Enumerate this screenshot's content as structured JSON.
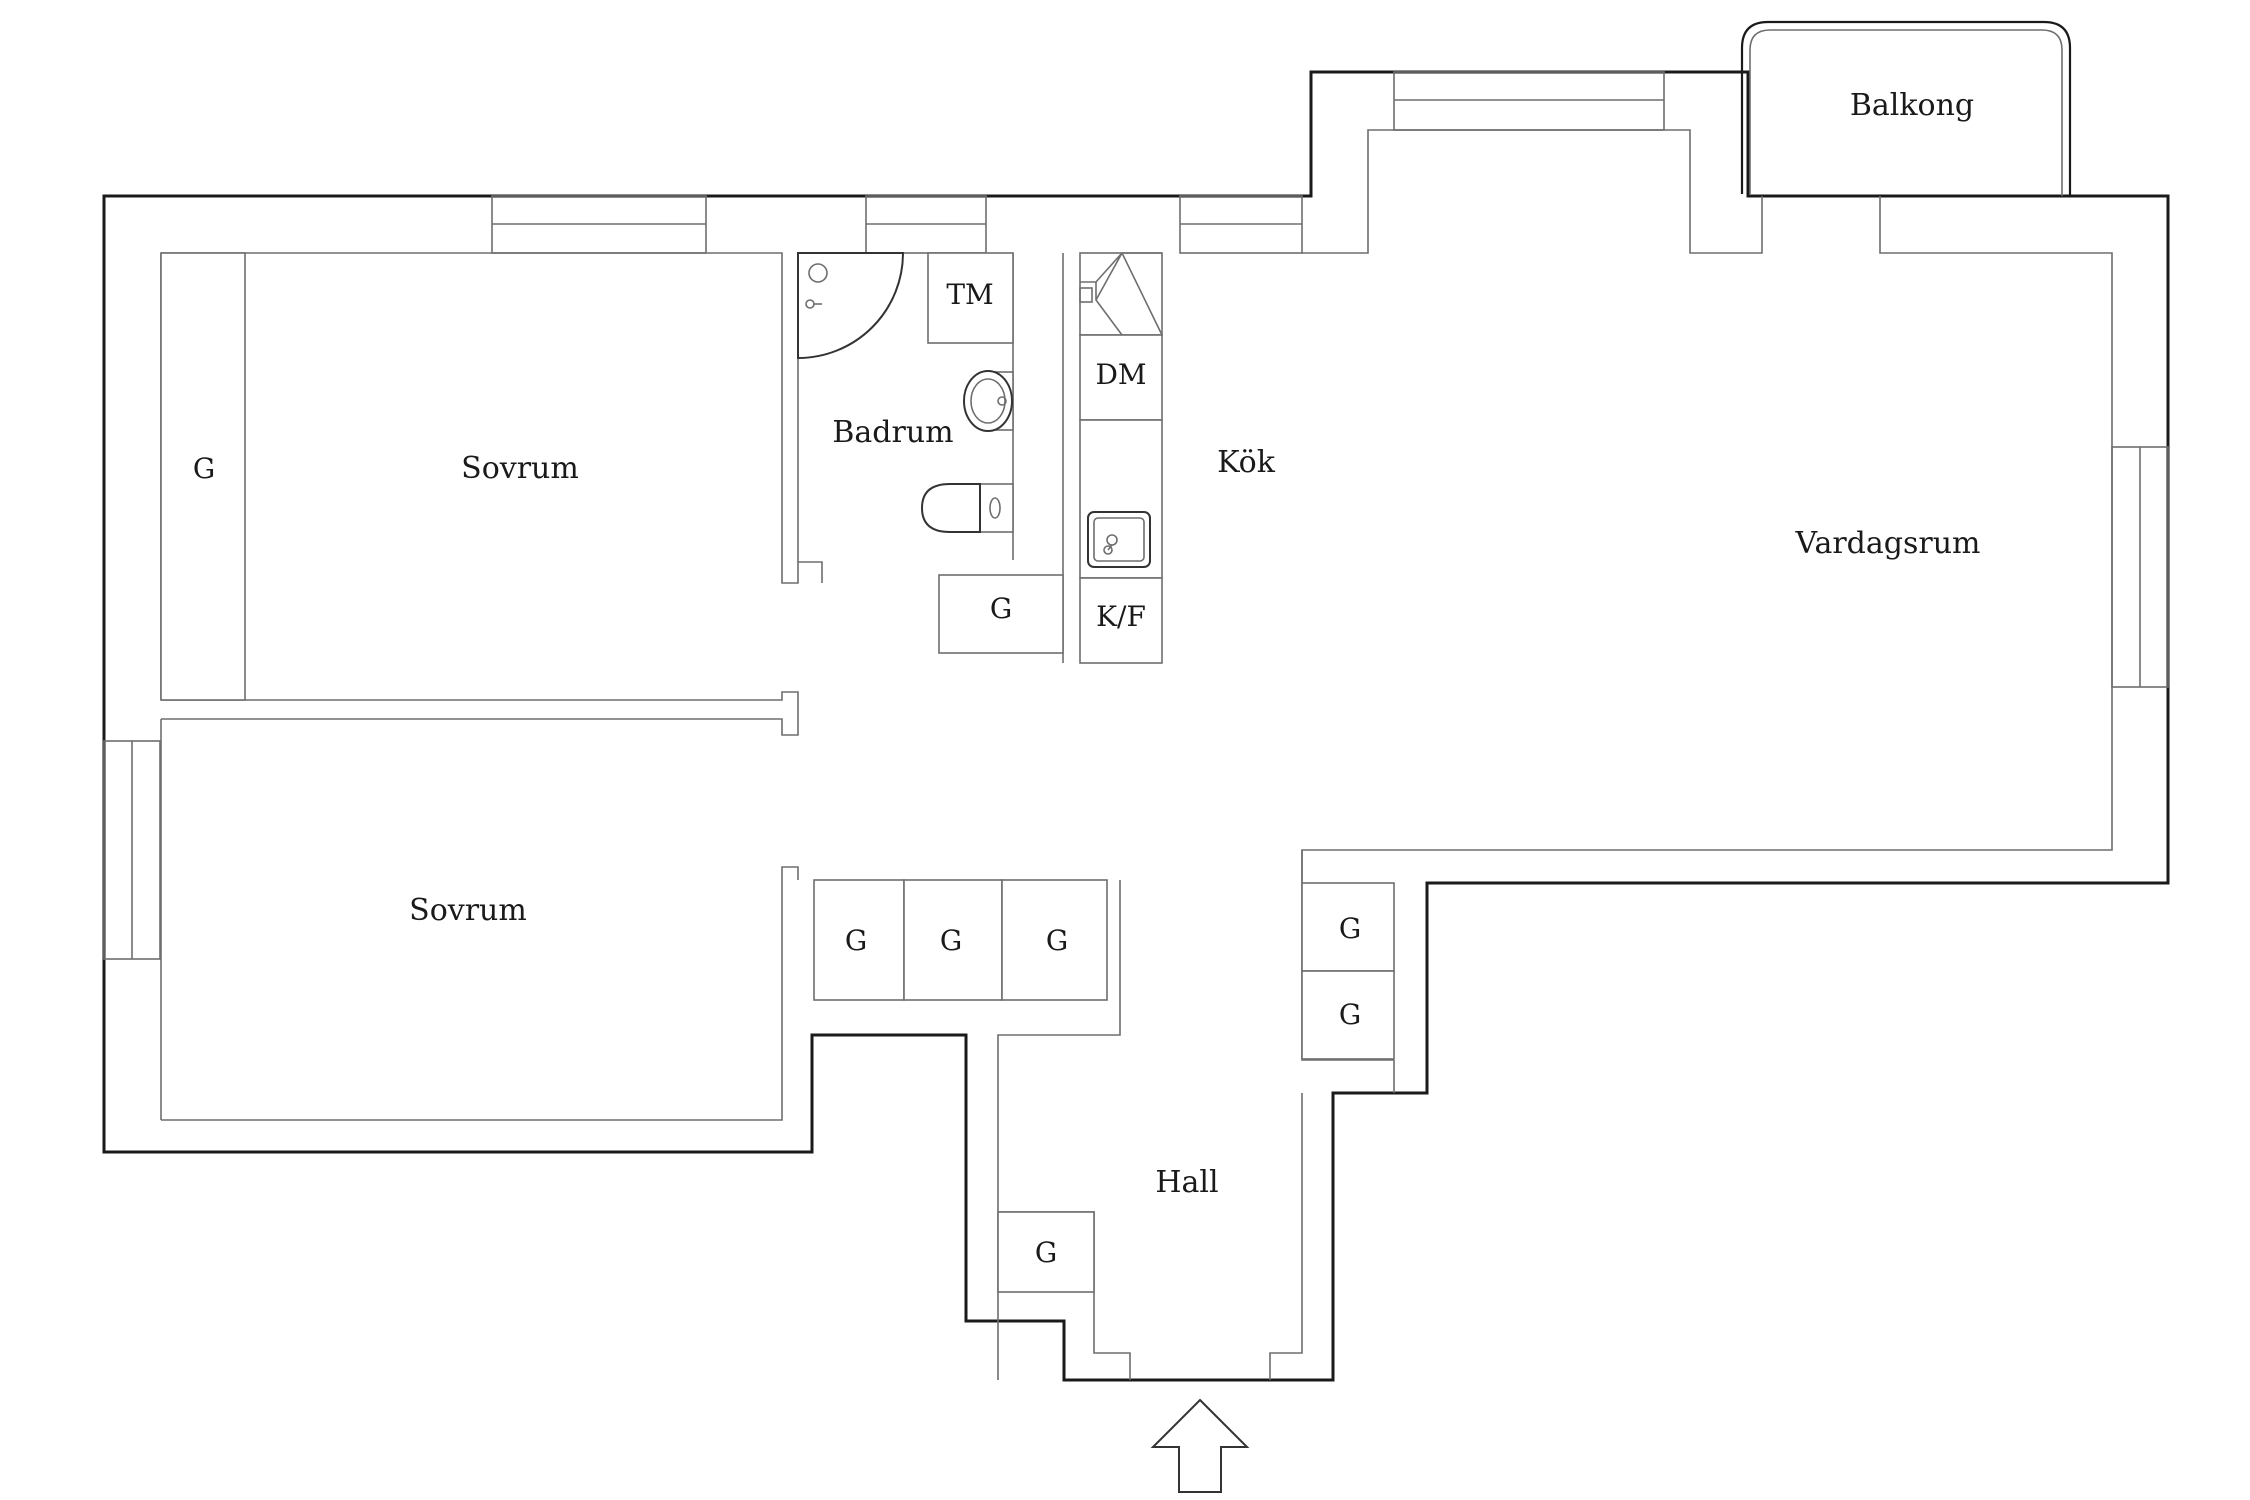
{
  "floorplan": {
    "rooms": {
      "balkong": "Balkong",
      "sovrum_upper": "Sovrum",
      "sovrum_lower": "Sovrum",
      "badrum": "Badrum",
      "kok": "Kök",
      "vardagsrum": "Vardagsrum",
      "hall": "Hall"
    },
    "fixtures": {
      "tm": "TM",
      "dm": "DM",
      "kf": "K/F"
    },
    "closets": {
      "wardrobe_bedroom_upper": "G",
      "wardrobe_bathroom": "G",
      "wardrobe_row_1": "G",
      "wardrobe_row_2": "G",
      "wardrobe_row_3": "G",
      "wardrobe_hall_right_1": "G",
      "wardrobe_hall_right_2": "G",
      "wardrobe_hall_left": "G"
    }
  }
}
